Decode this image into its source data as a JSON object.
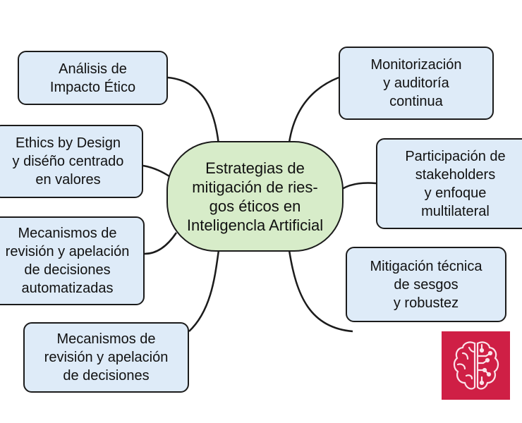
{
  "center": {
    "label": "Estrategias de\nmitigación de ries-\ngos éticos en\nInteligencla Artificial"
  },
  "branches": [
    {
      "label": "Análisis de\nImpacto Ético"
    },
    {
      "label": "Ethics by Design\ny diséño centrado\nen valores"
    },
    {
      "label": "Mecanismos de\nrevisión y apelación\nde decisiones\nautomatizadas"
    },
    {
      "label": "Mecanismos de\nrevisión y apelación\nde decisiones"
    },
    {
      "label": "Monitorización\ny auditoría\ncontinua"
    },
    {
      "label": "Participación de\nstakeholders\ny enfoque\nmultilateral"
    },
    {
      "label": "Mitigación técnica\nde sesgos\ny robustez"
    }
  ],
  "colors": {
    "center_fill": "#d7ecc9",
    "branch_fill": "#deebf8",
    "logo_bg": "#cf1f45"
  },
  "logo": {
    "icon": "brain-circuit-icon"
  }
}
